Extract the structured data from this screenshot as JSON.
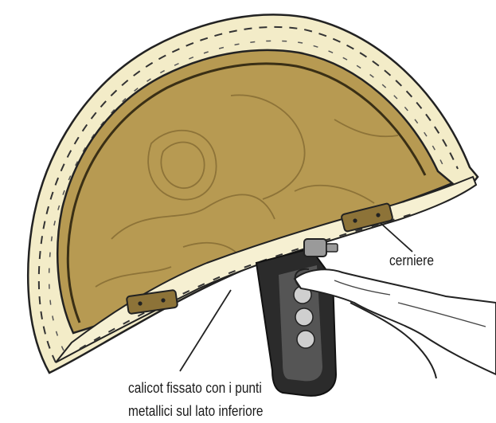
{
  "labels": {
    "hinges": "cerniere",
    "calico_line1": "calicot fissato con i punti",
    "calico_line2": "metallici sul lato inferiore"
  },
  "colors": {
    "wood": "#b79a52",
    "wood_grain": "#8d7338",
    "padding": "#f3ecc8",
    "calico": "#f6f0d2",
    "outline": "#222222",
    "stapler_body": "#2b2b2b",
    "stapler_metal": "#9a9a9a",
    "hand": "#ffffff"
  },
  "icons": {
    "stapler": "staple-gun-icon",
    "hand": "hand-icon",
    "hinge": "hinge-icon"
  }
}
